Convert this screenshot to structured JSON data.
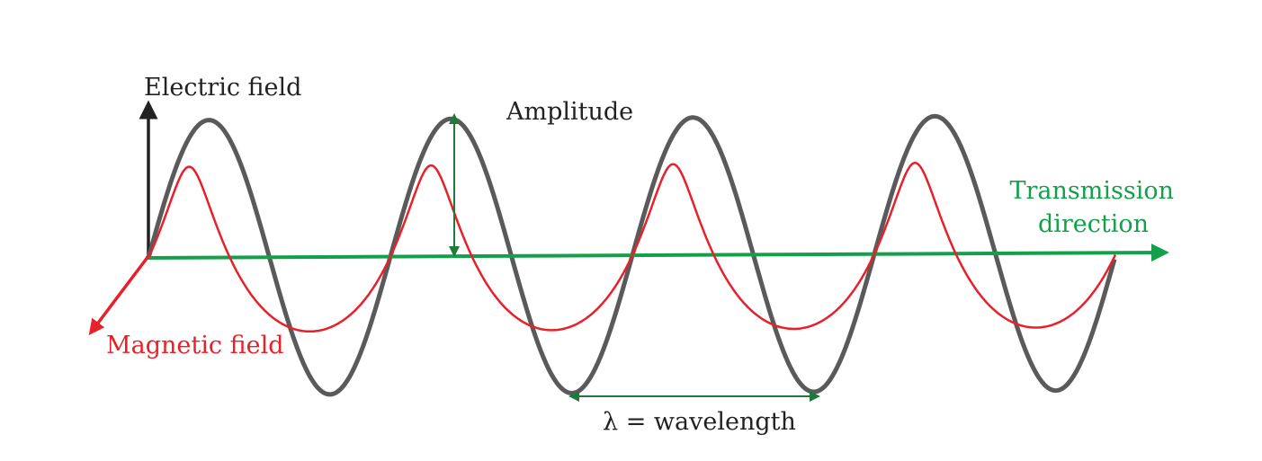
{
  "labels": {
    "electric_field": "Electric field",
    "amplitude": "Amplitude",
    "transmission_line1": "Transmission",
    "transmission_line2": "direction",
    "magnetic_field": "Magnetic field",
    "wavelength": "λ = wavelength"
  },
  "colors": {
    "electric": "#5a5a5a",
    "magnetic": "#e8202a",
    "transmission": "#13a04a",
    "annotation": "#1e7a3a",
    "text": "#222222"
  }
}
